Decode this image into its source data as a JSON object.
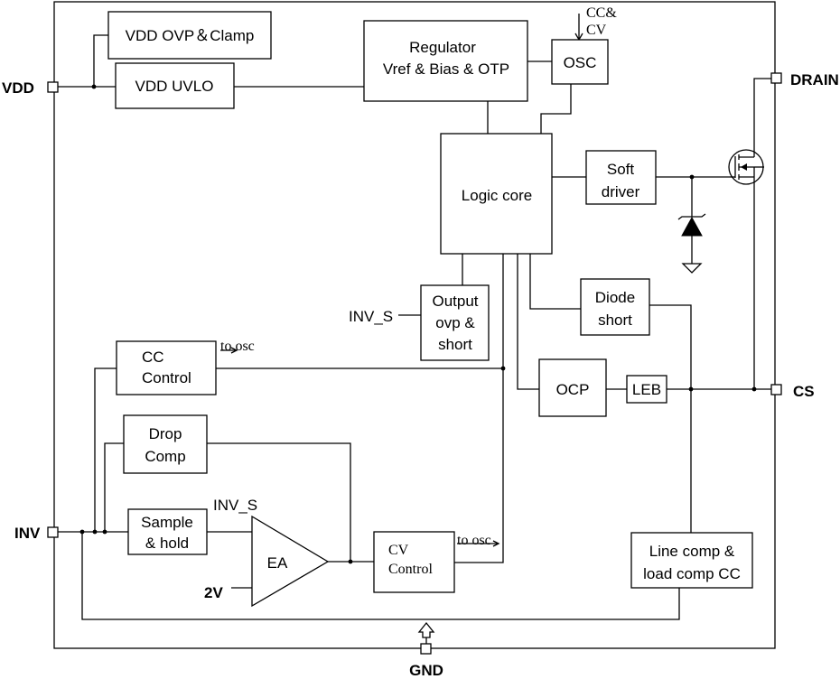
{
  "blocks": {
    "vdd_ovp": "VDD OVP＆Clamp",
    "vdd_uvlo": "VDD UVLO",
    "regulator": [
      "Regulator",
      "Vref & Bias & OTP"
    ],
    "osc": "OSC",
    "osc_input": [
      "CC&",
      "CV"
    ],
    "logic_core": "Logic core",
    "soft_driver": [
      "Soft",
      "driver"
    ],
    "output_ovp": [
      "Output",
      "ovp &",
      "short"
    ],
    "diode_short": [
      "Diode",
      "short"
    ],
    "cc_control": [
      "CC",
      "Control"
    ],
    "drop_comp": [
      "Drop",
      "Comp"
    ],
    "sample_hold": [
      "Sample",
      "& hold"
    ],
    "ea": "EA",
    "cv_control": [
      "CV",
      "Control"
    ],
    "ocp": "OCP",
    "leb": "LEB",
    "line_comp": [
      "Line comp &",
      "load comp CC"
    ]
  },
  "labels": {
    "to_osc": "to osc",
    "inv_s": "INV_S",
    "ref_2v": "2V"
  },
  "pins": {
    "vdd": "VDD",
    "drain": "DRAIN",
    "cs": "CS",
    "inv": "INV",
    "gnd": "GND"
  }
}
